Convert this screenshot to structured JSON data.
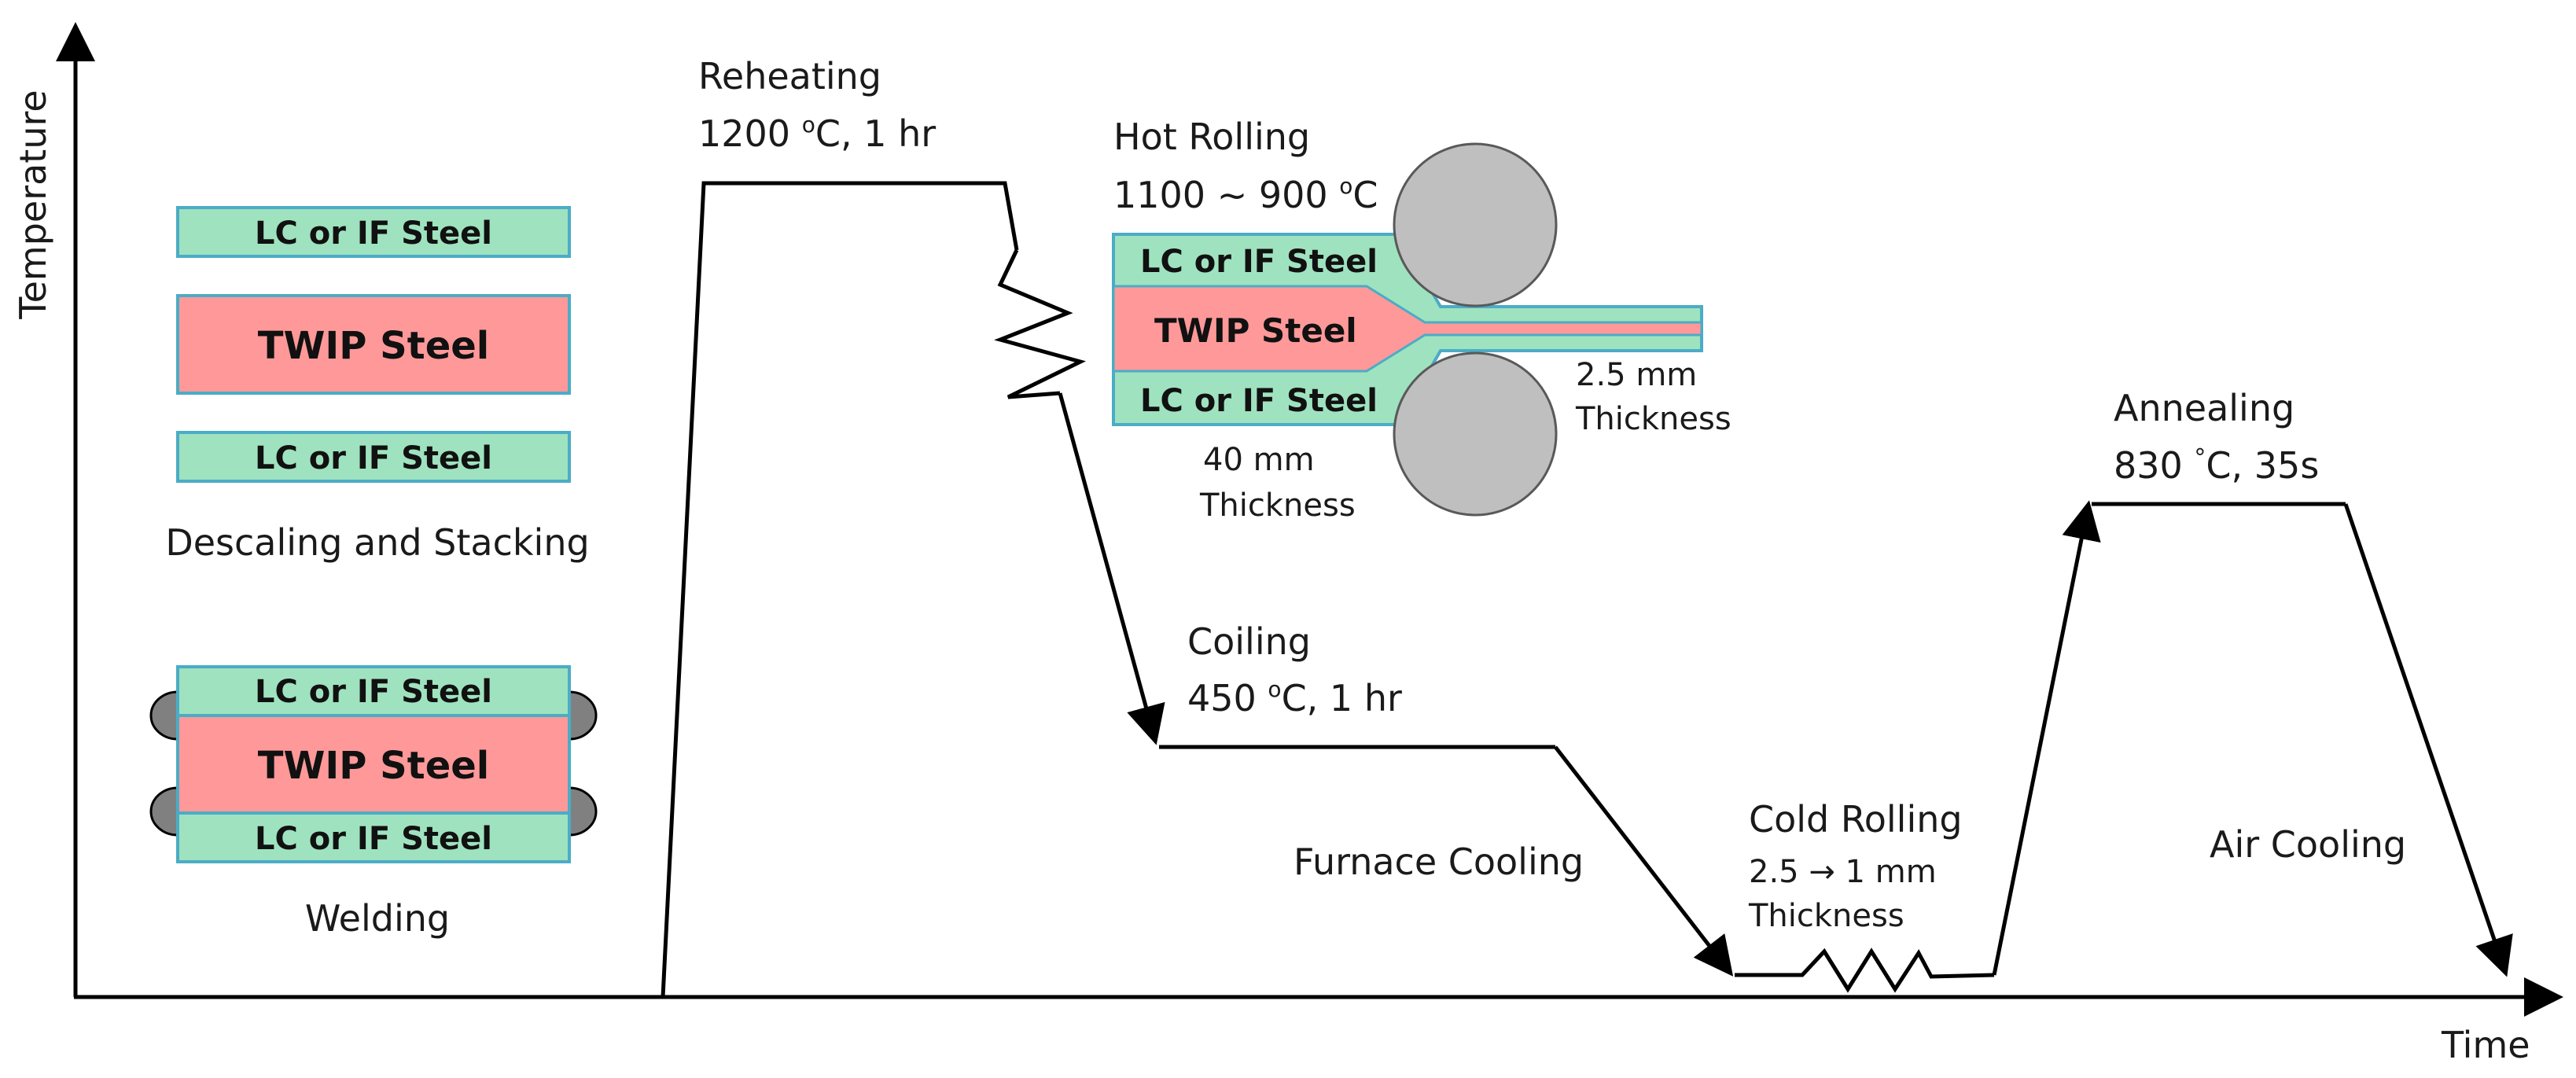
{
  "axes": {
    "y_label": "Temperature",
    "x_label": "Time"
  },
  "stages": {
    "reheating": {
      "title": "Reheating",
      "condition_prefix": "1200 ",
      "condition_sup": "o",
      "condition_suffix": "C, 1 hr"
    },
    "hot_rolling": {
      "title": "Hot Rolling",
      "condition_prefix": "1100 ~ 900 ",
      "condition_sup": "o",
      "condition_suffix": "C"
    },
    "coiling": {
      "title": "Coiling",
      "condition_prefix": "450 ",
      "condition_sup": "o",
      "condition_suffix": "C, 1 hr"
    },
    "furnace_cooling": {
      "title": "Furnace Cooling"
    },
    "cold_rolling": {
      "title": "Cold Rolling",
      "detail": "2.5 → 1 mm",
      "detail2": "Thickness"
    },
    "annealing": {
      "title": "Annealing",
      "condition_prefix": "830 ",
      "condition_sup": "°",
      "condition_suffix": "C, 35s"
    },
    "air_cooling": {
      "title": "Air Cooling"
    }
  },
  "stacking": {
    "caption": "Descaling and Stacking",
    "clad_label": "LC or IF Steel",
    "core_label": "TWIP Steel"
  },
  "welding": {
    "caption": "Welding",
    "clad_label": "LC or IF Steel",
    "core_label": "TWIP Steel"
  },
  "rolling_mill": {
    "clad_label": "LC or IF Steel",
    "core_label": "TWIP Steel",
    "input_thickness_value": "40 mm",
    "input_thickness_word": "Thickness",
    "output_thickness_value": "2.5 mm",
    "output_thickness_word": "Thickness"
  },
  "colors": {
    "clad_fill": "#9fe2bf",
    "core_fill": "#ff9999",
    "outline": "#4bacc6",
    "roller": "#bfbfbf",
    "weld": "#808080"
  }
}
